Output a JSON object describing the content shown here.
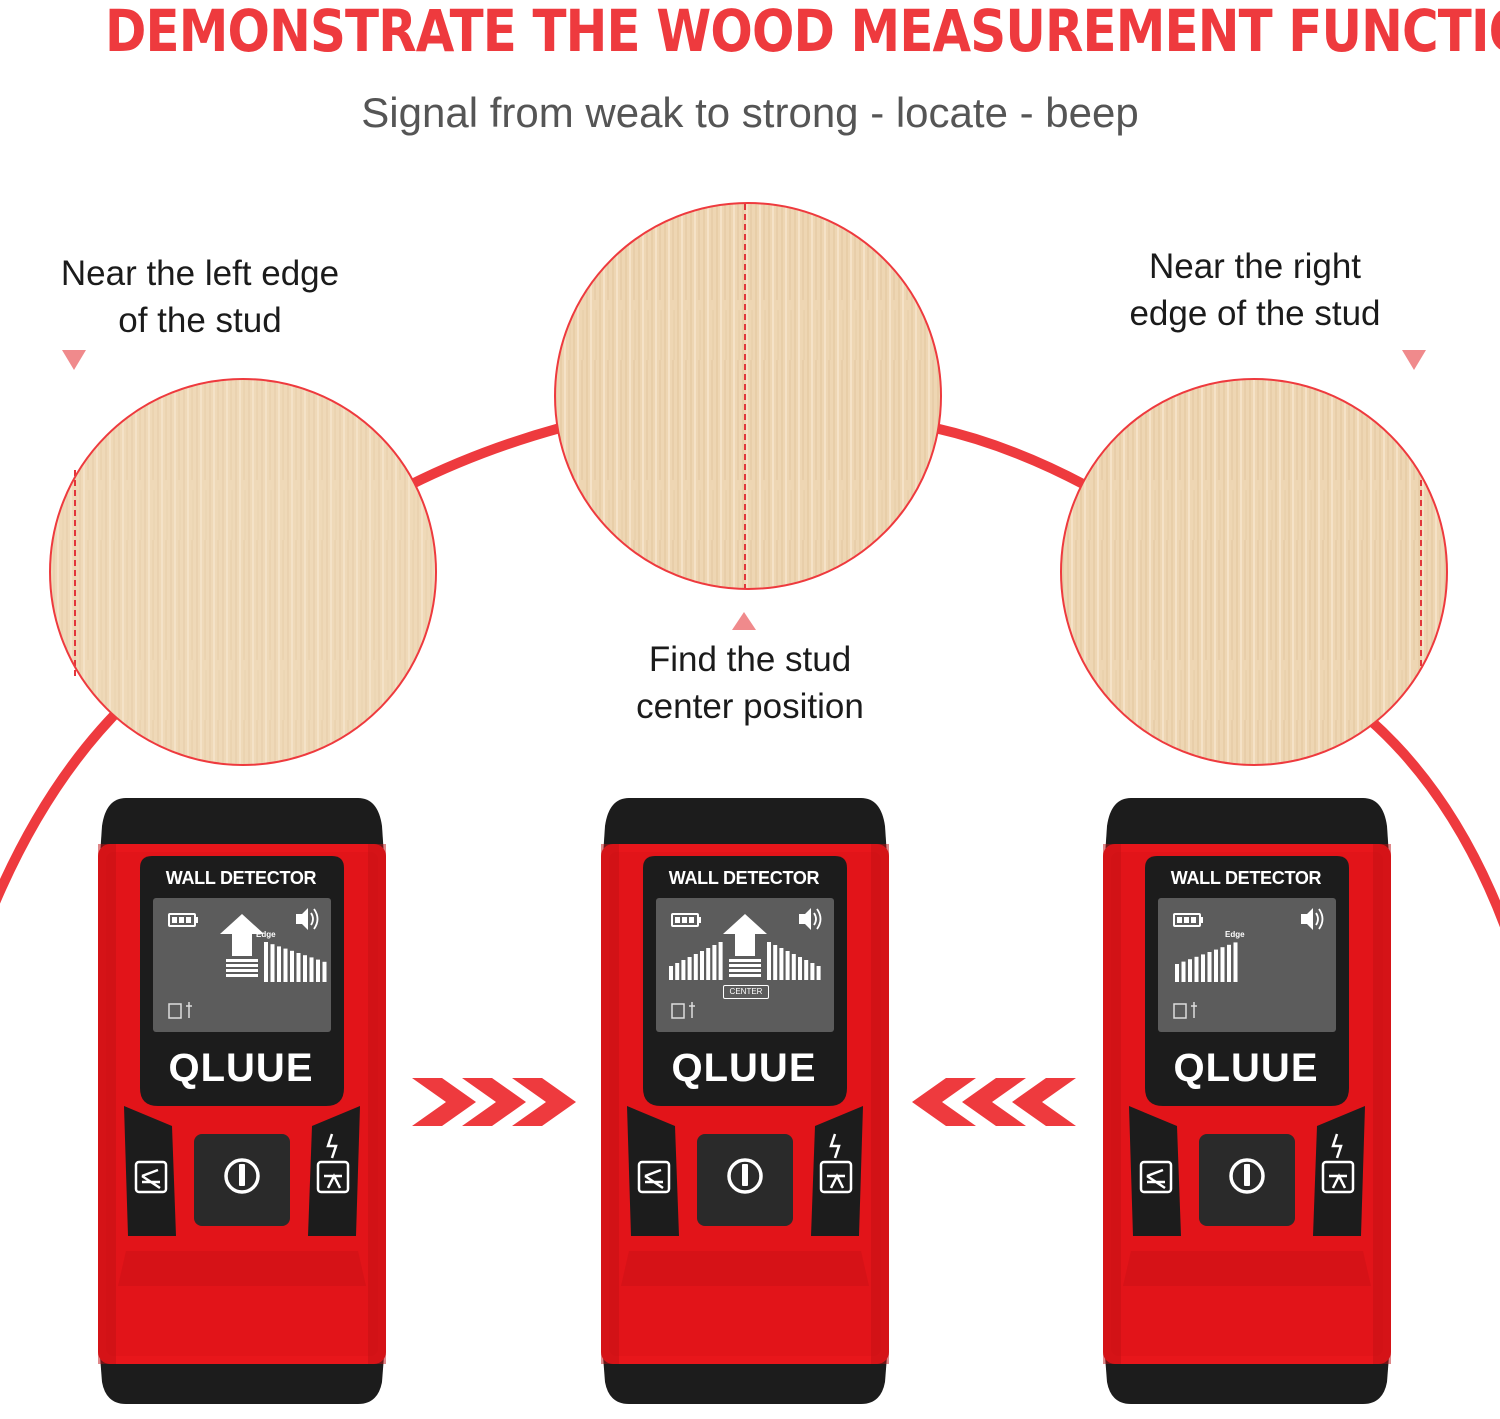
{
  "header": {
    "title": "DEMONSTRATE THE WOOD MEASUREMENT FUNCTION",
    "subtitle": "Signal from weak to strong - locate - beep"
  },
  "captions": {
    "left": [
      "Near the left edge",
      "of the stud"
    ],
    "center": [
      "Find the stud",
      "center position"
    ],
    "right": [
      "Near the right",
      "edge of the stud"
    ]
  },
  "device": {
    "screen_title": "WALL DETECTOR",
    "brand": "QLUUE",
    "edge_label": "Edge",
    "center_label": "CENTER"
  },
  "colors": {
    "accent": "#ee3a3e",
    "device_red": "#e8161b",
    "device_black": "#1c1c1c",
    "lcd_gray": "#5c5c5c",
    "wood": "#ecd2ae"
  },
  "icons": [
    "battery-icon",
    "speaker-icon",
    "wood-mode-icon",
    "power-icon",
    "ac-mode-icon",
    "chevron-right-icon",
    "chevron-left-icon"
  ]
}
